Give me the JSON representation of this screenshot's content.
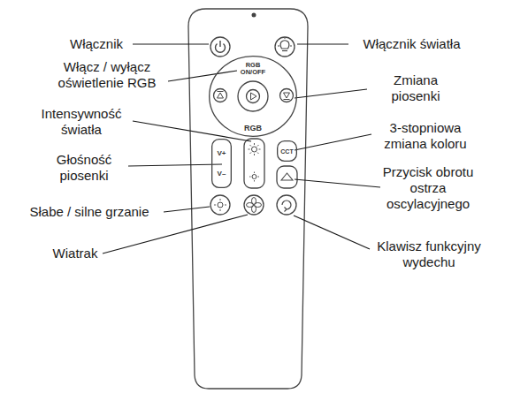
{
  "diagram": {
    "nodes": [
      {
        "text": [
          "RGB ON/OFF",
          "RGB"
        ]
      },
      {
        "text": [
          "V+",
          "V–"
        ]
      },
      {
        "text": [
          "CCT"
        ]
      }
    ],
    "labels": [
      "Włącznik",
      "Włącznik światła",
      "Włącz / wyłącz oświetlenie RGB",
      "Zmiana piosenki",
      "Intensywność światła",
      "3-stopniowa zmiana koloru",
      "Głośność piosenki",
      "Przycisk obrotu ostrza oscylacyjnego",
      "Słabe / silne grzanie",
      "Wiatrak",
      "Klawisz funkcyjny wydechu"
    ]
  }
}
